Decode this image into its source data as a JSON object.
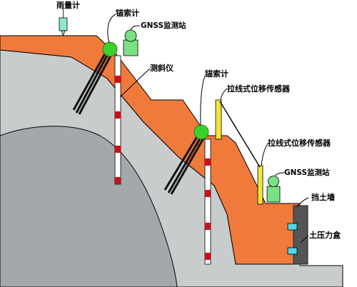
{
  "labels": {
    "rain_gauge": "雨量计",
    "anchor_meter_1": "锚索计",
    "gnss_station_1": "GNSS监测站",
    "inclinometer": "测斜仪",
    "anchor_meter_2": "锚索计",
    "displacement_sensor_1": "拉线式位移传感器",
    "displacement_sensor_2": "拉线式位移传感器",
    "gnss_station_2": "GNSS监测站",
    "retaining_wall": "挡土墙",
    "earth_pressure_box": "土压力盒"
  },
  "colors": {
    "soil": "#f07a3c",
    "rock": "#c9cccd",
    "bedrock": "#a4a8aa",
    "wall": "#555555",
    "sensor_green": "#7be084",
    "anchor_green": "#3bd12a",
    "rain_gauge": "#8fe6c9",
    "displacement_yellow": "#f2e63a",
    "pressure_box": "#4fd6ea",
    "pipe_red": "#c8101c"
  }
}
